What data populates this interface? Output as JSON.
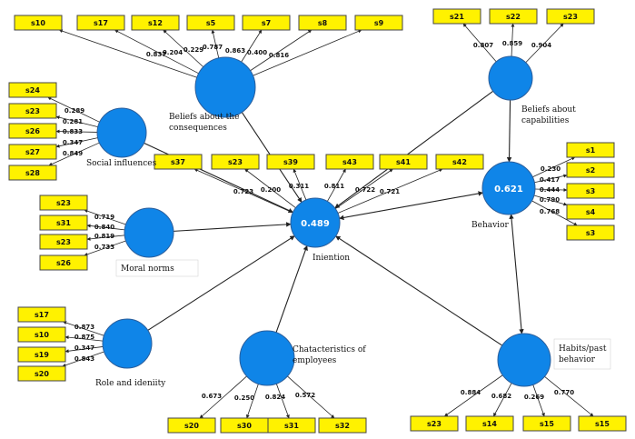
{
  "constructs": {
    "consequences": {
      "label_lines": [
        "Beliefs about the",
        "consequences"
      ],
      "r2": ""
    },
    "capabilities": {
      "label_lines": [
        "Beliefs   about",
        "capabilities"
      ],
      "r2": ""
    },
    "social": {
      "label_lines": [
        "Social influences"
      ],
      "r2": ""
    },
    "moral": {
      "label_lines": [
        "Moral norms"
      ],
      "r2": ""
    },
    "role": {
      "label_lines": [
        "Role and ideniity"
      ],
      "r2": ""
    },
    "employees": {
      "label_lines": [
        "Chatacteristics  of",
        "employees"
      ],
      "r2": ""
    },
    "habits": {
      "label_lines": [
        "Habits/past",
        "behavior"
      ],
      "r2": ""
    },
    "intention": {
      "label_lines": [
        "Iniention"
      ],
      "r2": "0.489"
    },
    "behavior": {
      "label_lines": [
        "Behavior"
      ],
      "r2": "0.621"
    }
  },
  "indicators": {
    "consequences": {
      "items": [
        "s10",
        "s17",
        "s12",
        "s5",
        "s7",
        "s8",
        "s9"
      ],
      "loadings": [
        "0.837",
        "0.204",
        "0.229",
        "0.787",
        "0.863",
        "0.400",
        "0.816"
      ]
    },
    "capabilities": {
      "items": [
        "s21",
        "s22",
        "s23"
      ],
      "loadings": [
        "0.807",
        "0.859",
        "0.904"
      ]
    },
    "social": {
      "items": [
        "s24",
        "s23",
        "s26",
        "s27",
        "s28"
      ],
      "loadings": [
        "0.289",
        "0.281",
        "0.833",
        "0.347",
        "0.849"
      ]
    },
    "intention": {
      "items": [
        "s37",
        "s23",
        "s39",
        "s43",
        "s41",
        "s42"
      ],
      "loadings": [
        "0.723",
        "0.200",
        "0.311",
        "0.811",
        "0.722",
        "0.721"
      ]
    },
    "behavior": {
      "items": [
        "s1",
        "s2",
        "s3",
        "s4",
        "s3"
      ],
      "loadings": [
        "0.230",
        "0.417",
        "0.444",
        "0.790",
        "0.768"
      ]
    },
    "moral": {
      "items": [
        "s23",
        "s31",
        "s23",
        "s26"
      ],
      "loadings": [
        "0.719",
        "0.840",
        "0.819",
        "0.733"
      ]
    },
    "role": {
      "items": [
        "s17",
        "s10",
        "s19",
        "s20"
      ],
      "loadings": [
        "0.873",
        "0.875",
        "0.347",
        "0.843"
      ]
    },
    "employees": {
      "items": [
        "s20",
        "s30",
        "s31",
        "s32"
      ],
      "loadings": [
        "0.673",
        "0.250",
        "0.824",
        "0.572"
      ]
    },
    "habits": {
      "items": [
        "s23",
        "s14",
        "s15",
        "s15"
      ],
      "loadings": [
        "0.884",
        "0.682",
        "0.269",
        "0.770"
      ]
    }
  },
  "colors": {
    "indicator_fill": "#fff200",
    "construct_fill": "#0f85e8",
    "line": "#222222"
  }
}
